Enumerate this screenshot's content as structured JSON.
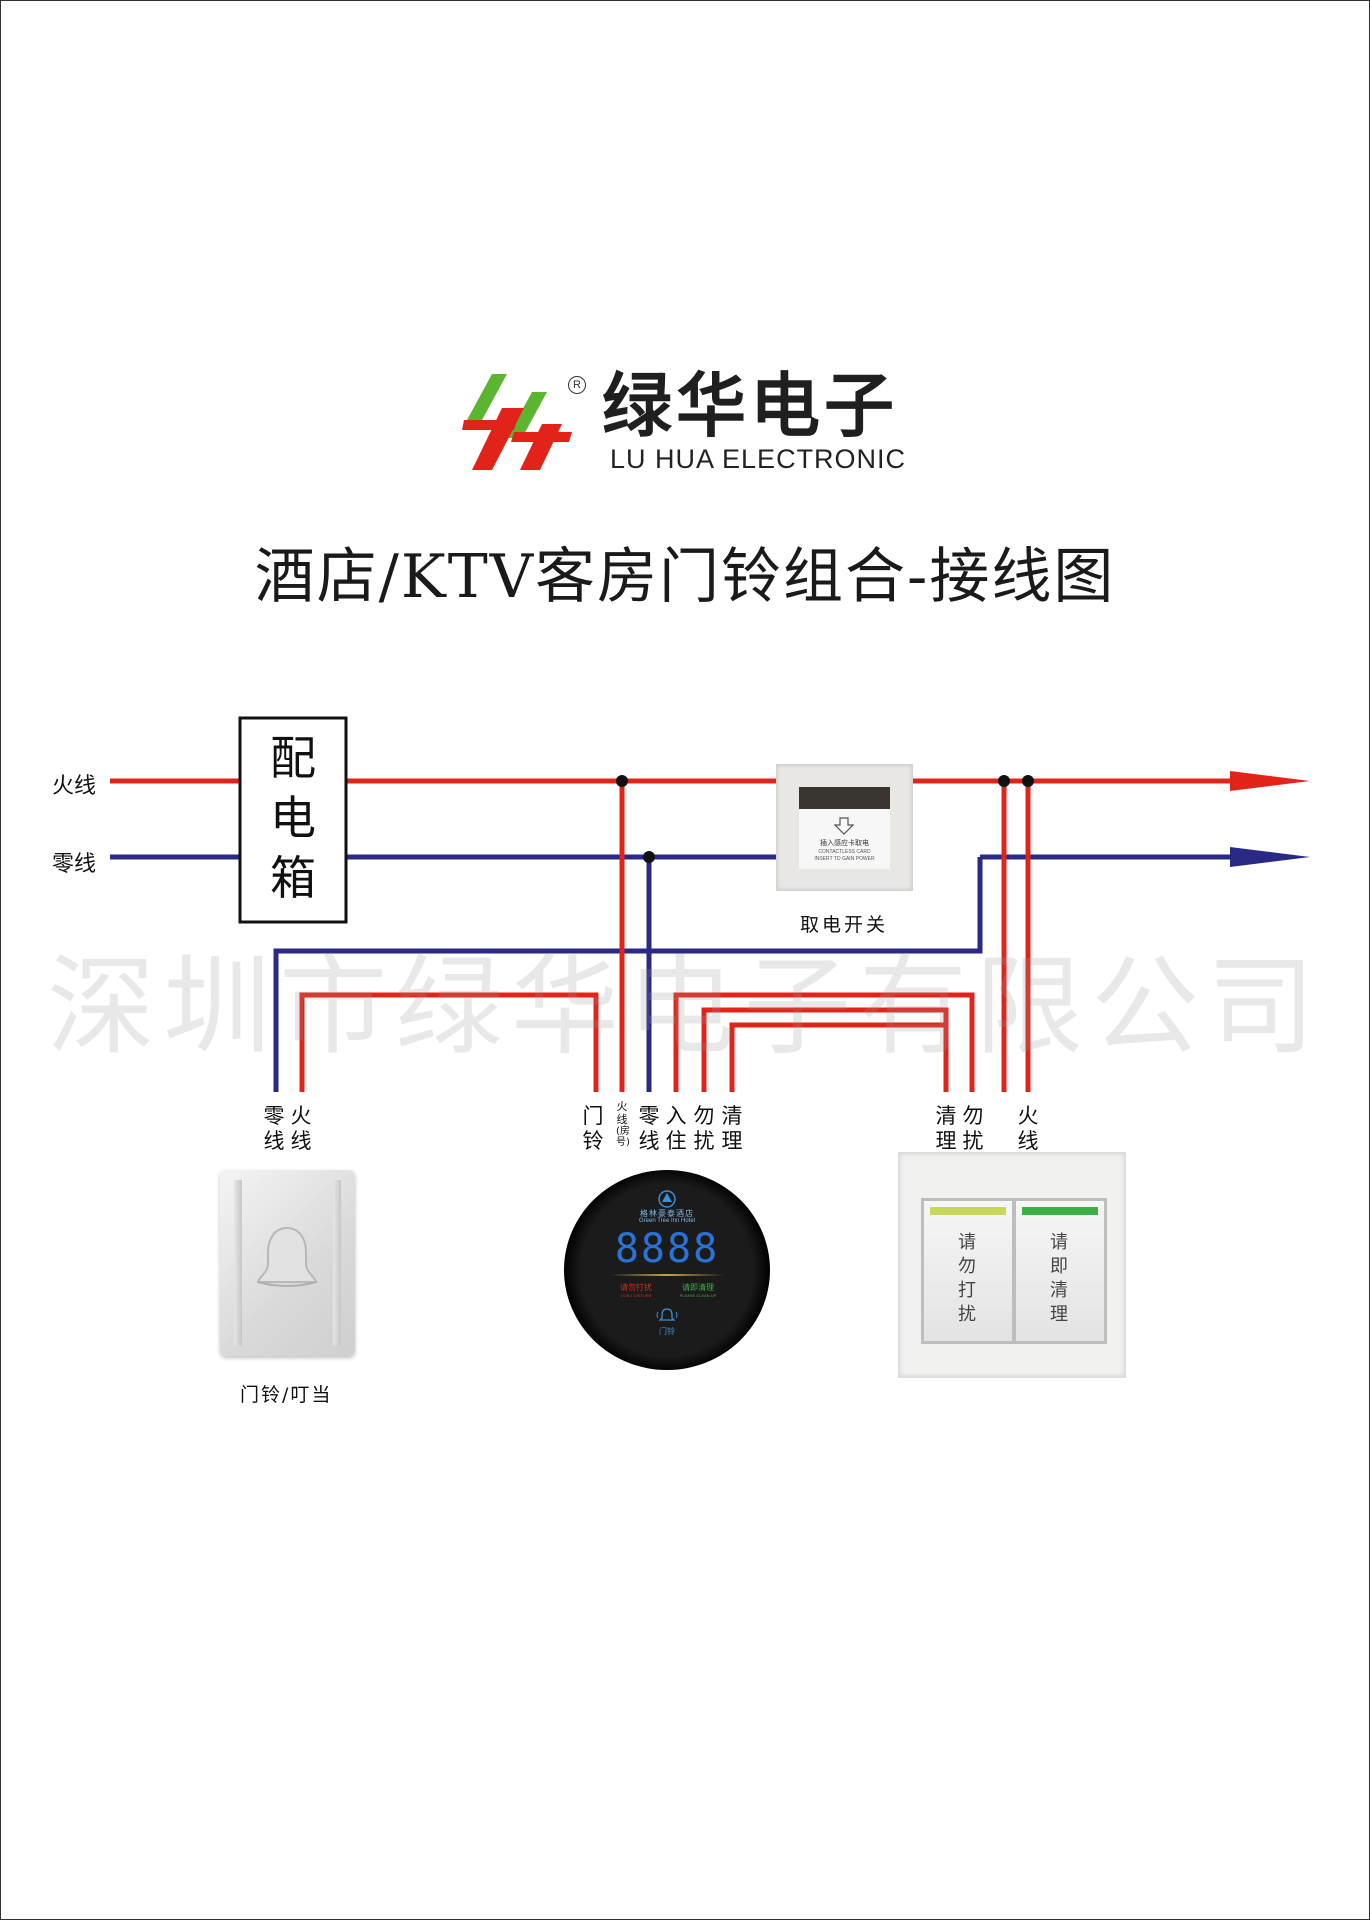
{
  "brand": {
    "name_cn": "绿华电子",
    "name_en": "LU HUA ELECTRONIC",
    "registered_mark": "R"
  },
  "title": "酒店/KTV客房门铃组合-接线图",
  "watermark": "深圳市绿华电子有限公司",
  "lines": {
    "live": "火线",
    "neutral": "零线"
  },
  "distribution_box": "配电箱",
  "power_switch": {
    "caption": "取电开关",
    "card_text": "插入感应卡取电",
    "card_text_en1": "CONTACTLESS CARD",
    "card_text_en2": "INSERT TO GAIN POWER"
  },
  "doorbell": {
    "caption": "门铃/叮当",
    "terminals": [
      {
        "label": "零线"
      },
      {
        "label": "火线"
      }
    ]
  },
  "display_panel": {
    "terminals": [
      {
        "label": "门铃"
      },
      {
        "label": "火线",
        "note": "(房号)"
      },
      {
        "label": "零线"
      },
      {
        "label": "入住"
      },
      {
        "label": "勿扰"
      },
      {
        "label": "清理"
      }
    ],
    "hotel_cn": "格林豪泰酒店",
    "hotel_en": "Green Tree Inn Hotel",
    "room_number": "8888",
    "dnd_cn": "请勿打扰",
    "dnd_en": "DON'T DISTURB",
    "clean_cn": "请即清理",
    "clean_en": "PLEASE CLEAN UP",
    "bell_label": "门铃"
  },
  "switch_panel": {
    "terminals": [
      {
        "label": "清理"
      },
      {
        "label": "勿扰"
      },
      {
        "label": "火线"
      }
    ],
    "left_button": "请勿打扰",
    "right_button": "请即清理"
  },
  "colors": {
    "live": "#e2231a",
    "neutral": "#2a2a86",
    "logo_green": "#5cb531",
    "logo_red": "#e2231a",
    "panel_gold": "#c9a24a"
  }
}
